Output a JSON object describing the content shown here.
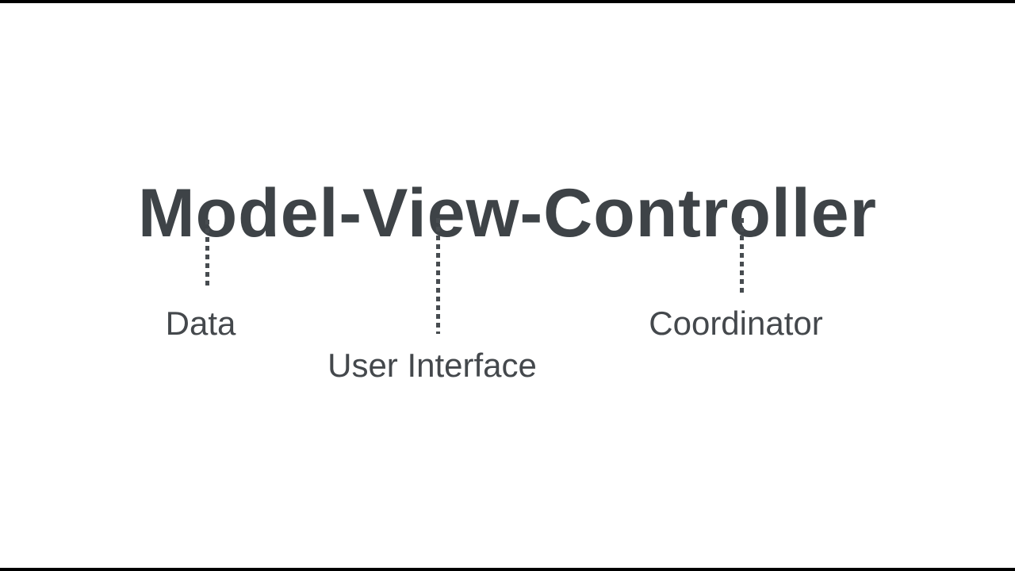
{
  "slide": {
    "title": "Model-View-Controller",
    "annotations": [
      {
        "term": "Model",
        "label": "Data"
      },
      {
        "term": "View",
        "label": "User Interface"
      },
      {
        "term": "Controller",
        "label": "Coordinator"
      }
    ]
  },
  "colors": {
    "background": "#ffffff",
    "title_text": "#3e4347",
    "label_text": "#44484c",
    "connector": "#474c50",
    "letterbox": "#000000"
  }
}
